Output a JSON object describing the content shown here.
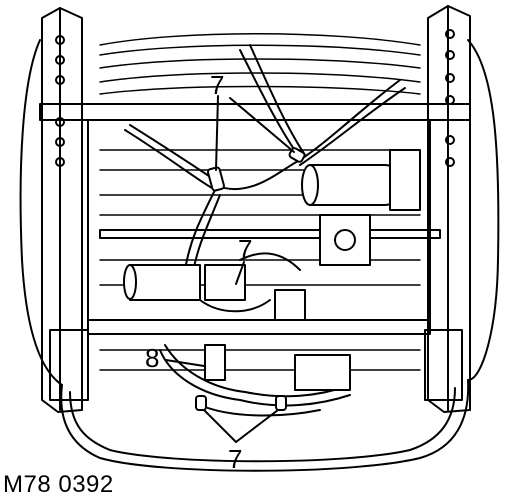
{
  "diagram": {
    "figure_code": "M78 0392",
    "callouts": [
      {
        "id": "top-left",
        "text": "7"
      },
      {
        "id": "middle",
        "text": "7"
      },
      {
        "id": "bottom",
        "text": "7"
      },
      {
        "id": "left-bottom",
        "text": "8"
      }
    ]
  }
}
